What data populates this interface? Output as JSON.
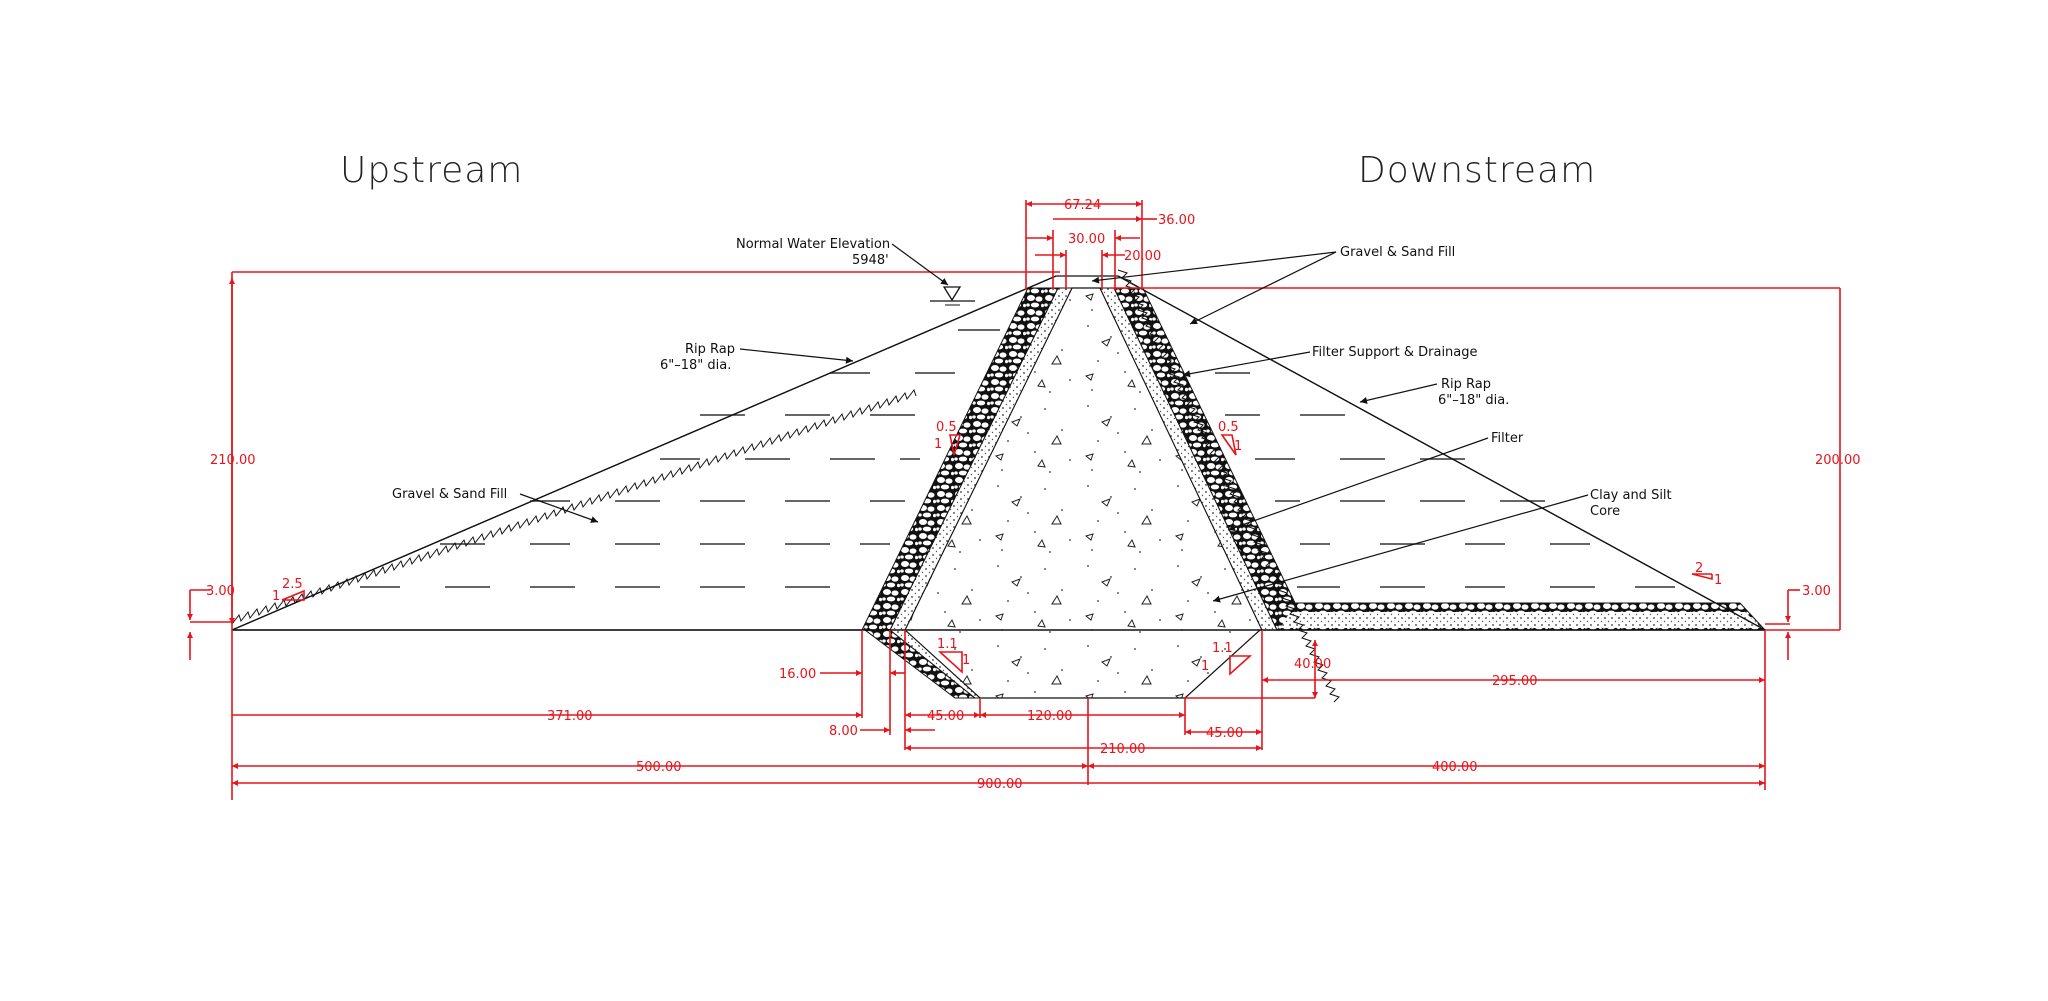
{
  "headings": {
    "upstream": "Upstream",
    "downstream": "Downstream"
  },
  "labels": {
    "normal_water_elevation": "Normal Water Elevation",
    "water_elevation_value": "5948'",
    "rip_rap_up_1": "Rip Rap",
    "rip_rap_up_2": "6\"–18\" dia.",
    "gravel_sand_fill_up": "Gravel & Sand Fill",
    "gravel_sand_fill_down": "Gravel & Sand Fill",
    "filter_support_drainage": "Filter Support & Drainage",
    "rip_rap_down_1": "Rip Rap",
    "rip_rap_down_2": "6\"–18\" dia.",
    "filter": "Filter",
    "clay_silt_core_1": "Clay and Silt",
    "clay_silt_core_2": "Core"
  },
  "slopes": {
    "upstream_outer": {
      "run": "2.5",
      "rise": "1"
    },
    "downstream_outer": {
      "run": "2",
      "rise": "1"
    },
    "core_left": {
      "run": "0.5",
      "rise": "1"
    },
    "core_right": {
      "run": "0.5",
      "rise": "1"
    },
    "trench_left": {
      "run": "1.1",
      "rise": "1"
    },
    "trench_right": {
      "run": "1.1",
      "rise": "1"
    }
  },
  "dimensions": {
    "crest_total": "67.24",
    "crest_outer": "36.00",
    "crest_core": "30.00",
    "crest_inner": "20.00",
    "height_upstream": "210.00",
    "height_downstream": "200.00",
    "freeboard_up": "3.00",
    "freeboard_down": "3.00",
    "upstream_base": "371.00",
    "riprap_toe": "16.00",
    "filter_toe": "8.00",
    "trench_left_slope": "45.00",
    "trench_bottom": "120.00",
    "trench_right_slope": "45.00",
    "trench_top": "210.00",
    "trench_depth": "40.00",
    "downstream_blanket": "295.00",
    "left_half": "500.00",
    "right_half": "400.00",
    "total_base": "900.00"
  },
  "colors": {
    "dimension": "#e8141b",
    "linework": "#111111",
    "background": "#ffffff"
  }
}
